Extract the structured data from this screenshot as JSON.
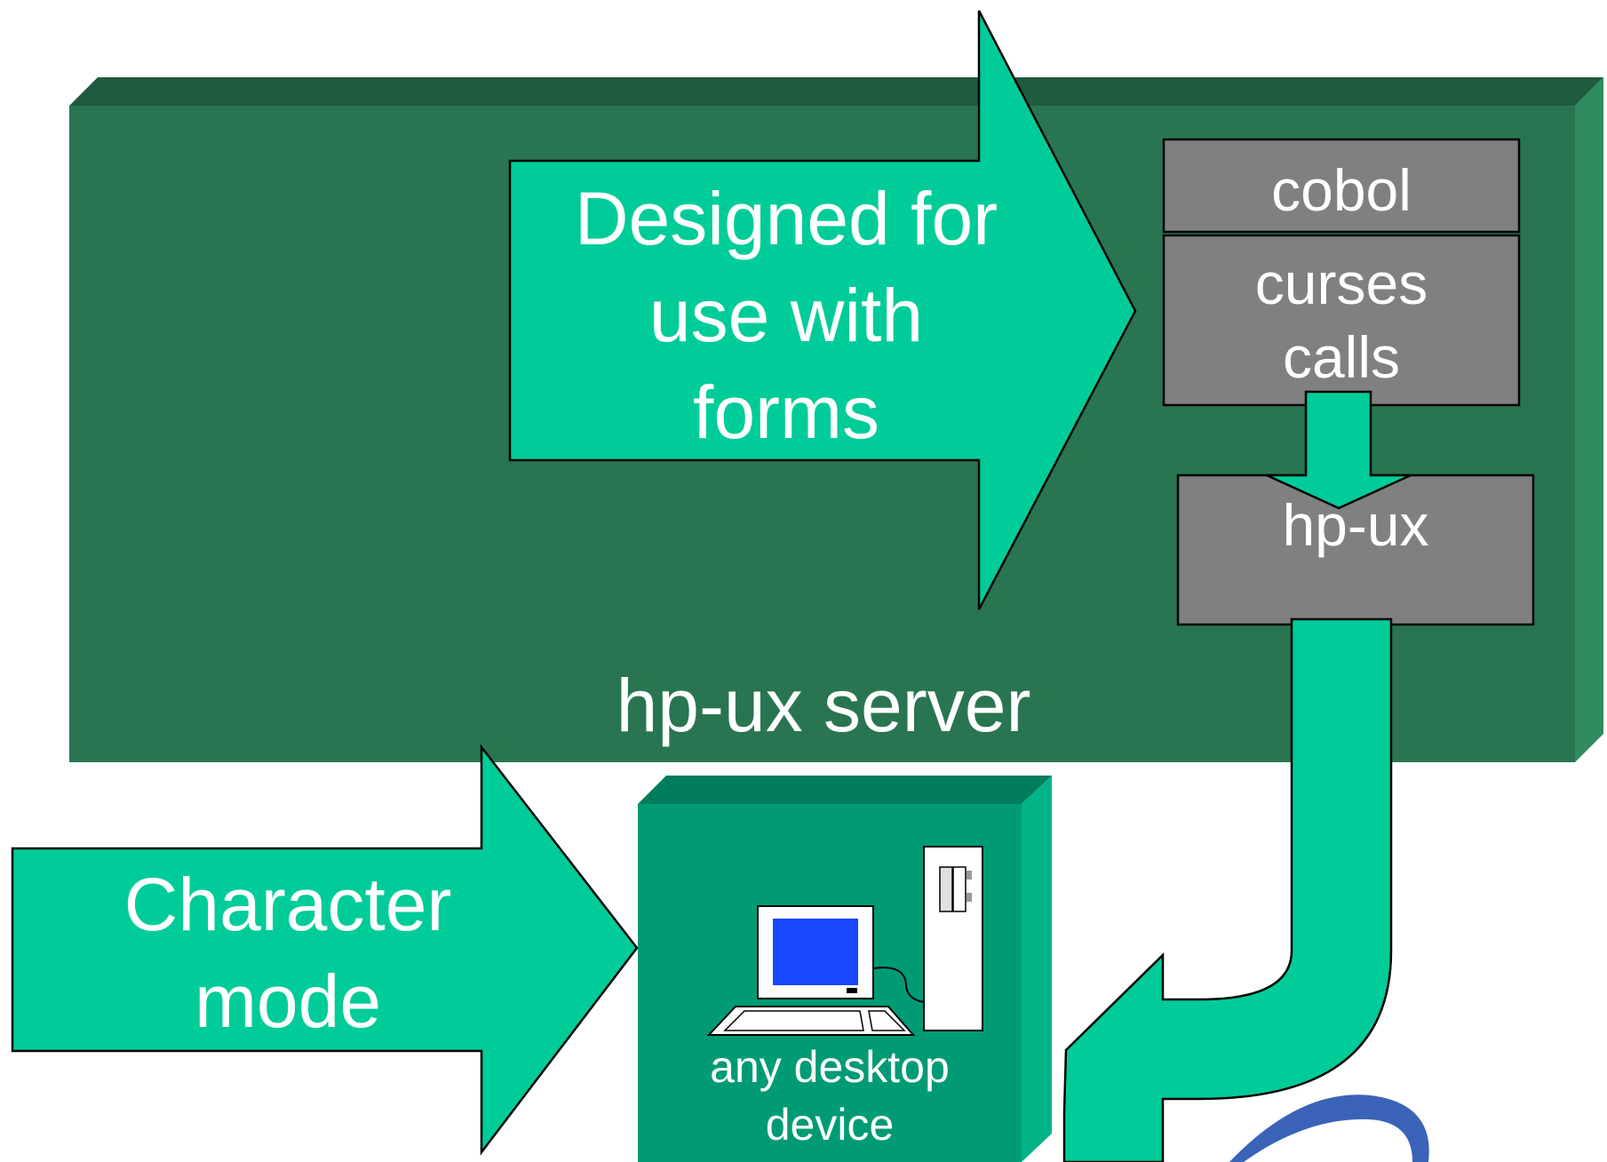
{
  "colors": {
    "server_front": "#297551",
    "server_top": "#1f5b3f",
    "server_side": "#2f8a5e",
    "arrow_fill": "#00cc99",
    "stack_box": "#808080",
    "desktop_front": "#009b74",
    "desktop_top": "#007d5c",
    "desktop_side": "#00b488",
    "screen": "#1747ff",
    "text": "#ffffff",
    "swoosh": "#3a63b8"
  },
  "server": {
    "label": "hp-ux server"
  },
  "forms_arrow": {
    "lines": [
      "Designed for",
      "use with",
      "forms"
    ]
  },
  "stack": {
    "cobol": "cobol",
    "curses": [
      "curses",
      "calls"
    ],
    "hpux": "hp-ux"
  },
  "char_arrow": {
    "lines": [
      "Character",
      "mode"
    ]
  },
  "desktop": {
    "lines": [
      "any desktop",
      "device"
    ]
  },
  "icons": [
    "computer-monitor-icon",
    "keyboard-icon",
    "tower-case-icon",
    "logo-swoosh-icon"
  ]
}
